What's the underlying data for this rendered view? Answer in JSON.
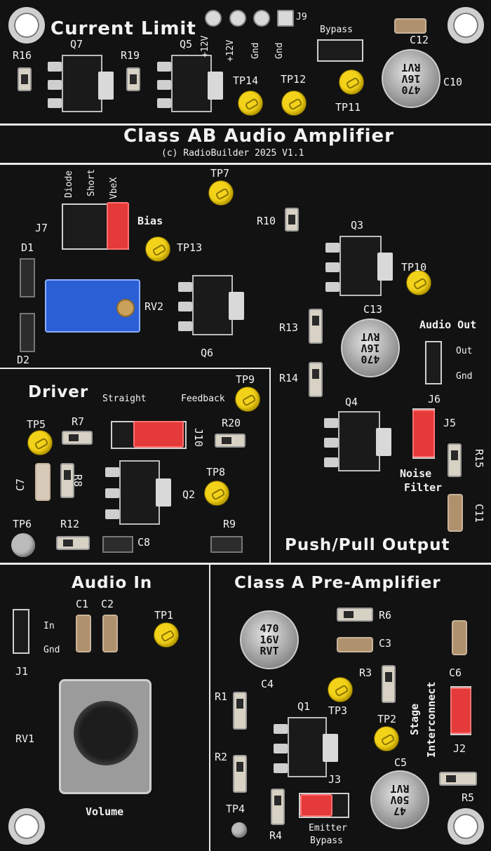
{
  "sections": {
    "current_limit": "Current Limit",
    "main_title": "Class AB Audio Amplifier",
    "copyright": "(c) RadioBuilder 2025  V1.1",
    "driver": "Driver",
    "push_pull": "Push/Pull Output",
    "audio_in": "Audio In",
    "preamp": "Class A Pre-Amplifier"
  },
  "labels": {
    "R16": "R16",
    "Q7": "Q7",
    "R19": "R19",
    "Q5": "Q5",
    "p12v_a": "+12V",
    "p12v_b": "+12V",
    "gnd_a": "Gnd",
    "gnd_b": "Gnd",
    "J9": "J9",
    "bypass": "Bypass",
    "C12": "C12",
    "C10": "C10",
    "TP14": "TP14",
    "TP12": "TP12",
    "TP11": "TP11",
    "TP7": "TP7",
    "diode": "Diode",
    "short": "Short",
    "vbex": "VbeX",
    "bias": "Bias",
    "J7": "J7",
    "TP13": "TP13",
    "D1": "D1",
    "D2": "D2",
    "RV2": "RV2",
    "Q6": "Q6",
    "R10": "R10",
    "Q3": "Q3",
    "TP10": "TP10",
    "C13": "C13",
    "R13": "R13",
    "R14": "R14",
    "audio_out": "Audio Out",
    "out": "Out",
    "gnd_out": "Gnd",
    "J6": "J6",
    "J5": "J5",
    "Q4": "Q4",
    "R15": "R15",
    "noise": "Noise",
    "filter": "Filter",
    "C11": "C11",
    "straight": "Straight",
    "feedback": "Feedback",
    "TP9": "TP9",
    "TP5": "TP5",
    "R7": "R7",
    "J10": "J10",
    "R20": "R20",
    "C7": "C7",
    "R8": "R8",
    "Q2": "Q2",
    "TP8": "TP8",
    "TP6": "TP6",
    "R12": "R12",
    "C8": "C8",
    "R9": "R9",
    "C1": "C1",
    "C2": "C2",
    "TP1": "TP1",
    "in": "In",
    "gnd_in": "Gnd",
    "J1": "J1",
    "RV1": "RV1",
    "volume": "Volume",
    "R6": "R6",
    "C3": "C3",
    "C4": "C4",
    "R3": "R3",
    "C6": "C6",
    "R1": "R1",
    "Q1": "Q1",
    "TP3": "TP3",
    "TP2": "TP2",
    "stage": "Stage",
    "interconnect": "Interconnect",
    "J2": "J2",
    "R2": "R2",
    "J3": "J3",
    "C5": "C5",
    "R5": "R5",
    "TP4": "TP4",
    "R4": "R4",
    "emitter": "Emitter",
    "bypass2": "Bypass"
  },
  "capacitor_markings": {
    "C10": "470\n16V\nRVT",
    "C13": "470\n16V\nRVT",
    "C4": "470\n16V\nRVT",
    "C5": "47\n50V\nRVT"
  },
  "colors": {
    "board": "#121212",
    "silkscreen": "#f2f2f2",
    "test_point": "#f3d21a",
    "jumper": "#e43a3a",
    "trimmer": "#2a5fd6"
  }
}
